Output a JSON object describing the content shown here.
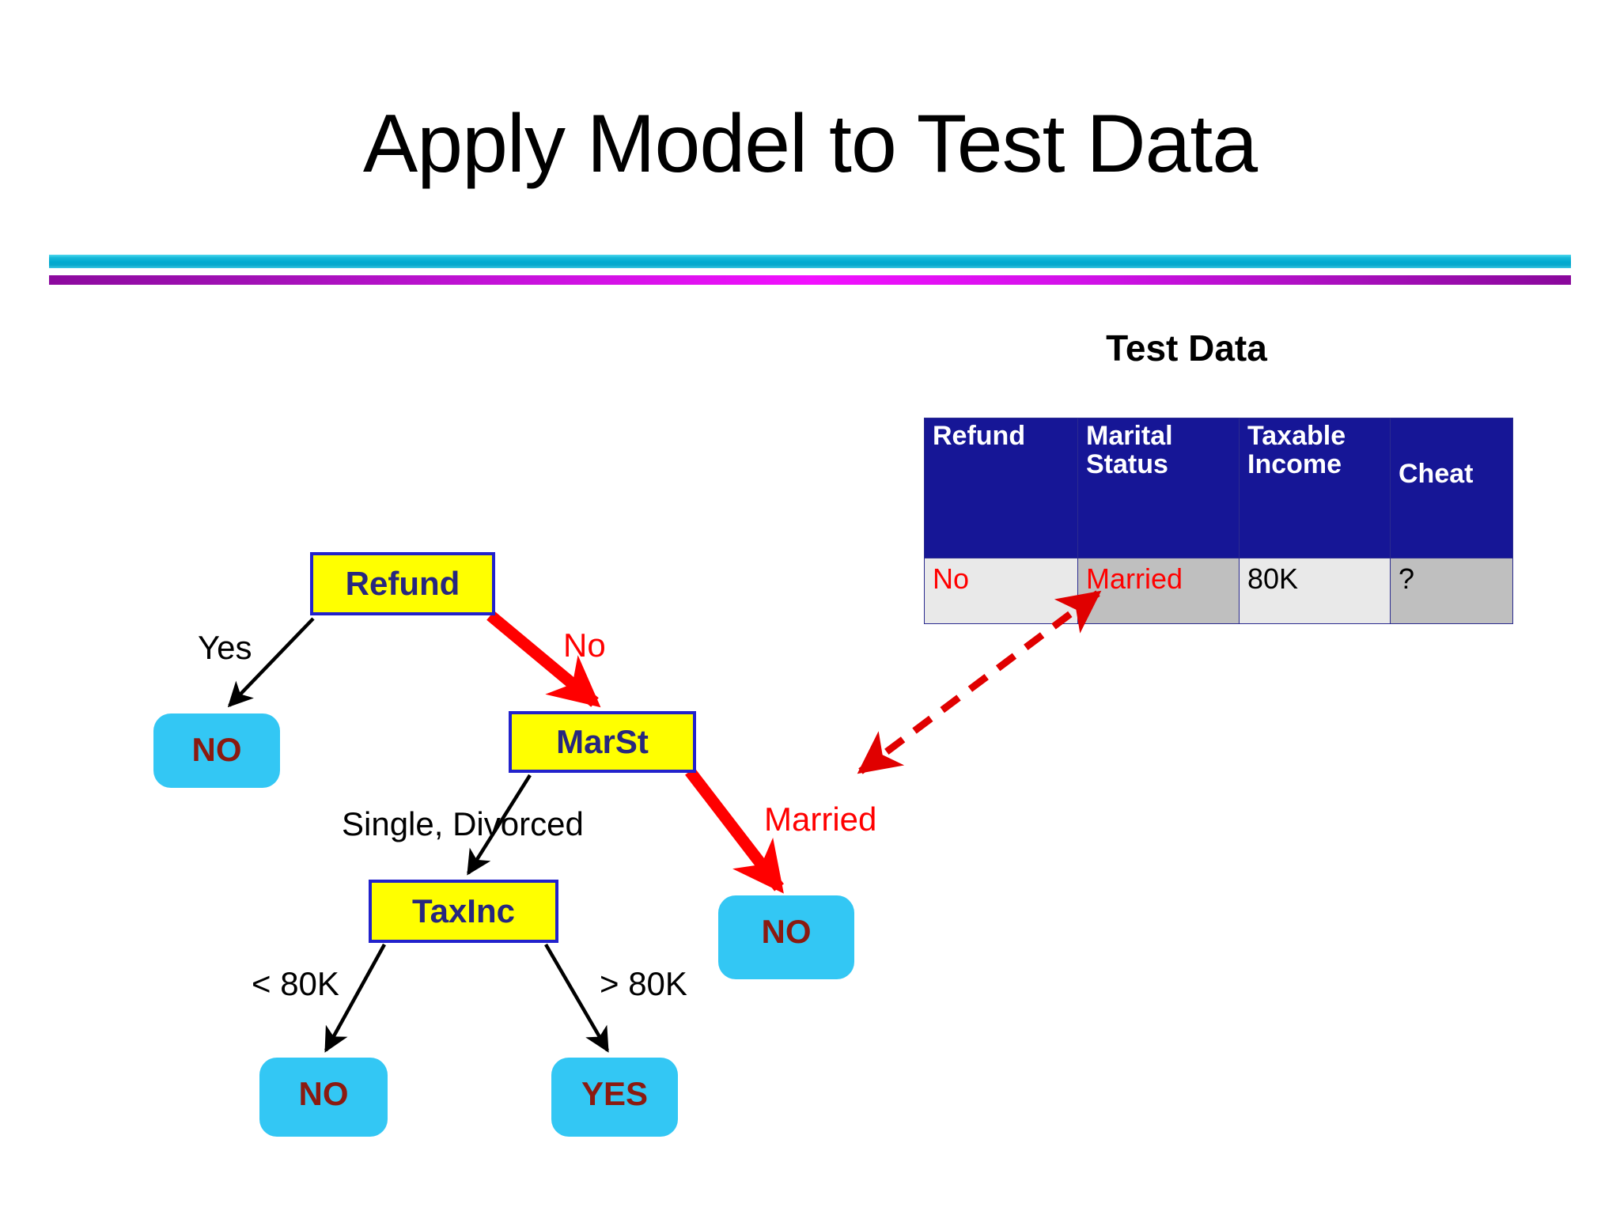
{
  "slide": {
    "title": "Apply Model to Test Data",
    "divider": {
      "top_bar_color": "#01a9cf",
      "bottom_bar_color": "#f210ff"
    }
  },
  "test_data_panel": {
    "heading": "Test Data",
    "table": {
      "header_bg": "#161696",
      "header_text_color": "#ffffff",
      "columns": [
        {
          "label": "Refund"
        },
        {
          "label": "Marital Status"
        },
        {
          "label": "Taxable Income"
        },
        {
          "label": "Cheat"
        }
      ],
      "rows": [
        {
          "refund": "No",
          "marital_status": "Married",
          "taxable_income": "80K",
          "cheat": "?"
        }
      ]
    }
  },
  "decision_tree": {
    "nodes": [
      {
        "id": "refund",
        "label": "Refund",
        "type": "decision"
      },
      {
        "id": "marst",
        "label": "MarSt",
        "type": "decision"
      },
      {
        "id": "taxinc",
        "label": "TaxInc",
        "type": "decision"
      },
      {
        "id": "leaf_no_yes",
        "label": "NO",
        "type": "leaf"
      },
      {
        "id": "leaf_no_married",
        "label": "NO",
        "type": "leaf"
      },
      {
        "id": "leaf_no_lt80k",
        "label": "NO",
        "type": "leaf"
      },
      {
        "id": "leaf_yes_gt80k",
        "label": "YES",
        "type": "leaf"
      }
    ],
    "edge_labels": {
      "yes": "Yes",
      "no": "No",
      "single_divorced": "Single, Divorced",
      "married": "Married",
      "lt_80k": "< 80K",
      "gt_80k": "> 80K"
    },
    "colors": {
      "decision_fill": "#ffff00",
      "decision_border": "#2222cc",
      "decision_text": "#27277f",
      "leaf_fill": "#33c7f4",
      "leaf_text": "#8b1a10",
      "highlight_path": "#ff0000",
      "normal_edge": "#000000"
    },
    "highlighted_path": [
      "refund",
      "No",
      "marst",
      "Married",
      "leaf_no_married"
    ]
  }
}
